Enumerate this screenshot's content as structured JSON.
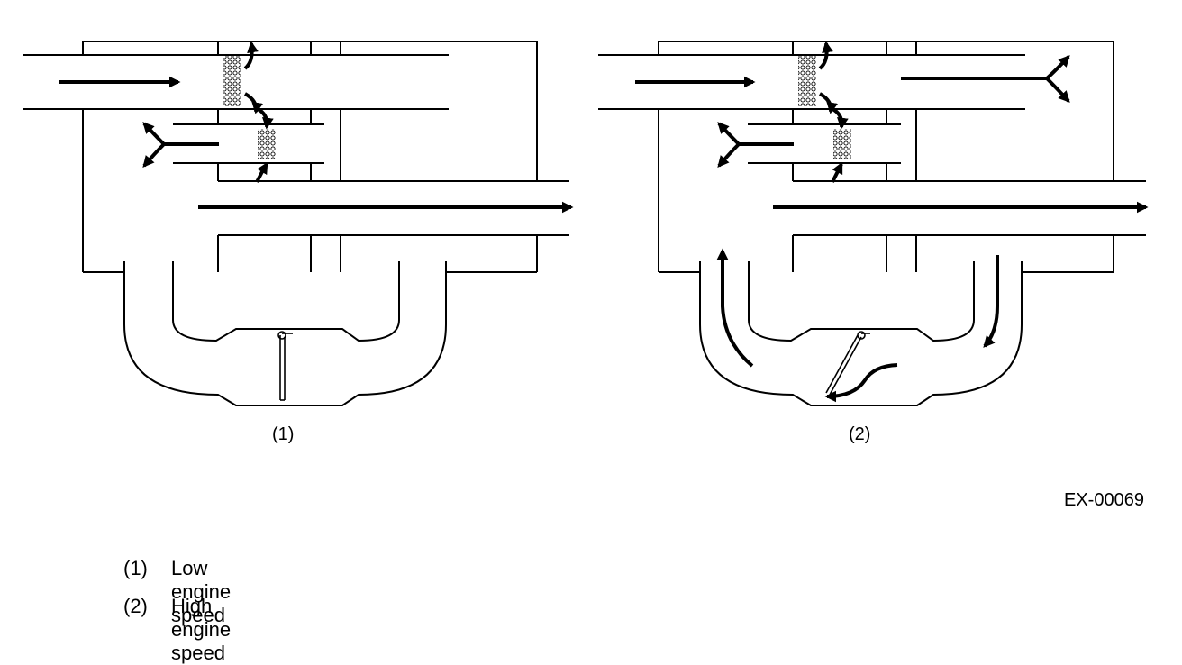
{
  "figure": {
    "panel_1_label": "(1)",
    "panel_2_label": "(2)",
    "code": "EX-00069"
  },
  "legend": [
    {
      "num": "(1)",
      "text": "Low engine speed"
    },
    {
      "num": "(2)",
      "text": "High engine speed"
    }
  ]
}
